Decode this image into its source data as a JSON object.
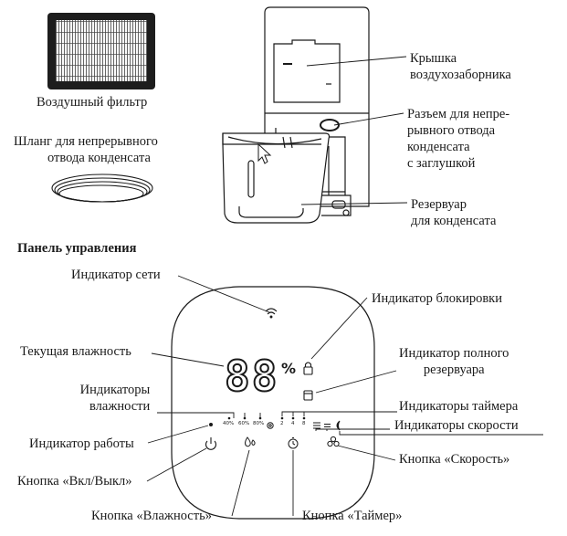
{
  "parts": {
    "air_filter": "Воздушный фильтр",
    "hose": [
      "Шланг для непрерывного",
      "отвода конденсата"
    ],
    "intake_cover": [
      "Крышка",
      "воздухозаборника"
    ],
    "drain_port": [
      "Разъем для непре-",
      "рывного отвода",
      "конденсата",
      "с заглушкой"
    ],
    "tank": [
      "Резервуар",
      "для конденсата"
    ]
  },
  "panel": {
    "heading": "Панель управления",
    "display_digits": "88",
    "percent_sign": "%",
    "humidity_levels": [
      "40%",
      "60%",
      "80%"
    ],
    "timer_levels": [
      "2",
      "4",
      "8"
    ],
    "labels": {
      "power_indicator": "Индикатор сети",
      "lock_indicator": "Индикатор блокировки",
      "current_humidity": "Текущая влажность",
      "tank_full_indicator": [
        "Индикатор полного",
        "резервуара"
      ],
      "humidity_indicators": [
        "Индикаторы",
        "влажности"
      ],
      "timer_indicators": "Индикаторы таймера",
      "speed_indicators": "Индикаторы скорости",
      "run_indicator": "Индикатор работы",
      "speed_button": "Кнопка «Скорость»",
      "power_button": "Кнопка «Вкл/Выкл»",
      "humidity_button": "Кнопка «Влажность»",
      "timer_button": "Кнопка «Таймер»"
    }
  }
}
